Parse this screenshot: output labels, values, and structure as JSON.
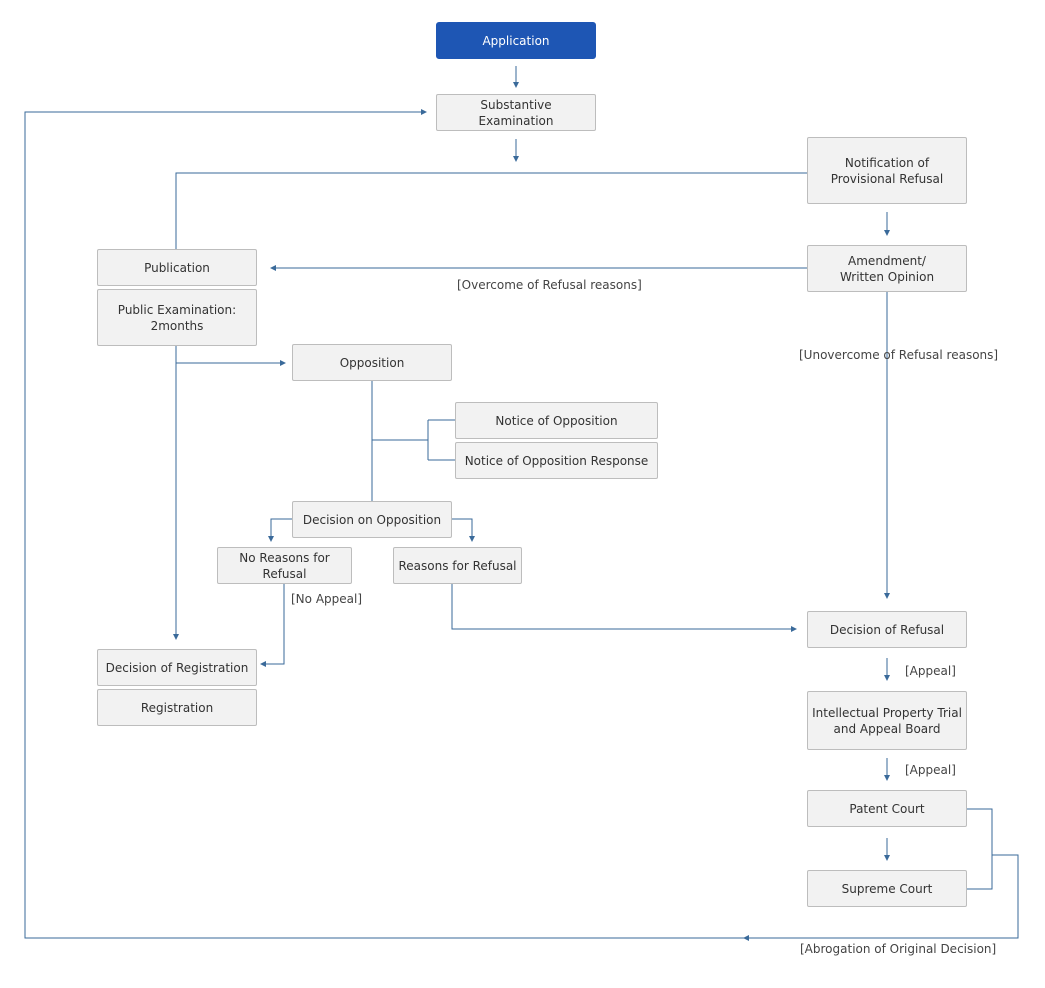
{
  "colors": {
    "primary": "#1e56b4",
    "line": "#3a6a9a",
    "box_fill": "#f2f2f2",
    "box_border": "#bdbdbd",
    "text": "#333333"
  },
  "nodes": {
    "application": "Application",
    "substantive_examination": "Substantive Examination",
    "notification_provisional_refusal": "Notification of\nProvisional Refusal",
    "amendment_written_opinion": "Amendment/\nWritten Opinion",
    "publication": "Publication",
    "public_examination": "Public Examination:\n2months",
    "opposition": "Opposition",
    "notice_of_opposition": "Notice of Opposition",
    "notice_of_opposition_response": "Notice of Opposition Response",
    "decision_on_opposition": "Decision on Opposition",
    "no_reasons_for_refusal": "No Reasons for Refusal",
    "reasons_for_refusal": "Reasons for Refusal",
    "decision_of_registration": "Decision of Registration",
    "registration": "Registration",
    "decision_of_refusal": "Decision of Refusal",
    "ip_trial_appeal_board": "Intellectual Property Trial\nand Appeal Board",
    "patent_court": "Patent Court",
    "supreme_court": "Supreme Court"
  },
  "edge_labels": {
    "overcome": "[Overcome of Refusal reasons]",
    "unovercome": "[Unovercome of Refusal reasons]",
    "no_appeal": "[No Appeal]",
    "appeal_1": "[Appeal]",
    "appeal_2": "[Appeal]",
    "abrogation": "[Abrogation of Original Decision]"
  }
}
